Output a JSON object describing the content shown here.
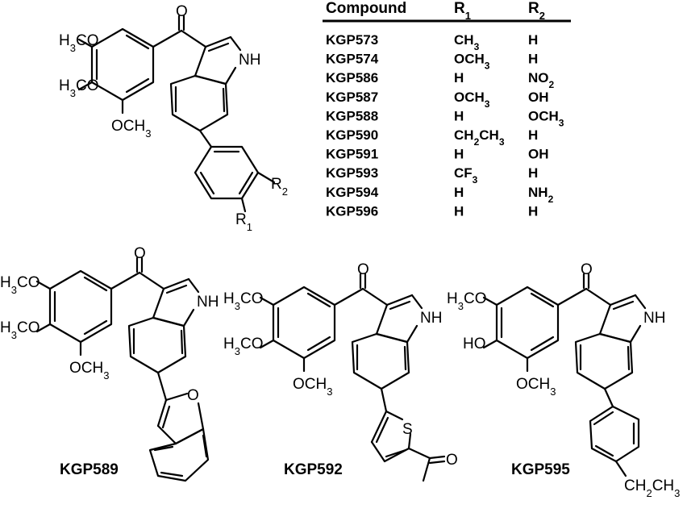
{
  "structures": {
    "general": {
      "ome_top": "H3CO",
      "ome_mid": "H3CO",
      "ome_low": "OCH3",
      "carbonyl_o": "O",
      "nh": "NH",
      "r1": "R1",
      "r2": "R2"
    },
    "kgp589": {
      "name": "KGP589",
      "ome_top": "H3CO",
      "ome_mid": "H3CO",
      "ome_low": "OCH3",
      "carbonyl_o": "O",
      "nh": "NH",
      "ring_o": "O"
    },
    "kgp592": {
      "name": "KGP592",
      "ome_top": "H3CO",
      "ome_mid": "H3CO",
      "ome_low": "OCH3",
      "carbonyl_o": "O",
      "nh": "NH",
      "ring_s": "S",
      "acetyl_o": "O"
    },
    "kgp595": {
      "name": "KGP595",
      "ome_top": "H3CO",
      "ho": "HO",
      "ome_low": "OCH3",
      "carbonyl_o": "O",
      "nh": "NH",
      "ethyl": "CH2CH3"
    }
  },
  "table": {
    "headers": [
      "Compound",
      "R1",
      "R2"
    ],
    "rows": [
      {
        "compound": "KGP573",
        "r1": "CH3",
        "r2": "H"
      },
      {
        "compound": "KGP574",
        "r1": "OCH3",
        "r2": "H"
      },
      {
        "compound": "KGP586",
        "r1": "H",
        "r2": "NO2"
      },
      {
        "compound": "KGP587",
        "r1": "OCH3",
        "r2": "OH"
      },
      {
        "compound": "KGP588",
        "r1": "H",
        "r2": "OCH3"
      },
      {
        "compound": "KGP590",
        "r1": "CH2CH3",
        "r2": "H"
      },
      {
        "compound": "KGP591",
        "r1": "H",
        "r2": "OH"
      },
      {
        "compound": "KGP593",
        "r1": "CF3",
        "r2": "H"
      },
      {
        "compound": "KGP594",
        "r1": "H",
        "r2": "NH2"
      },
      {
        "compound": "KGP596",
        "r1": "H",
        "r2": "H"
      }
    ]
  }
}
